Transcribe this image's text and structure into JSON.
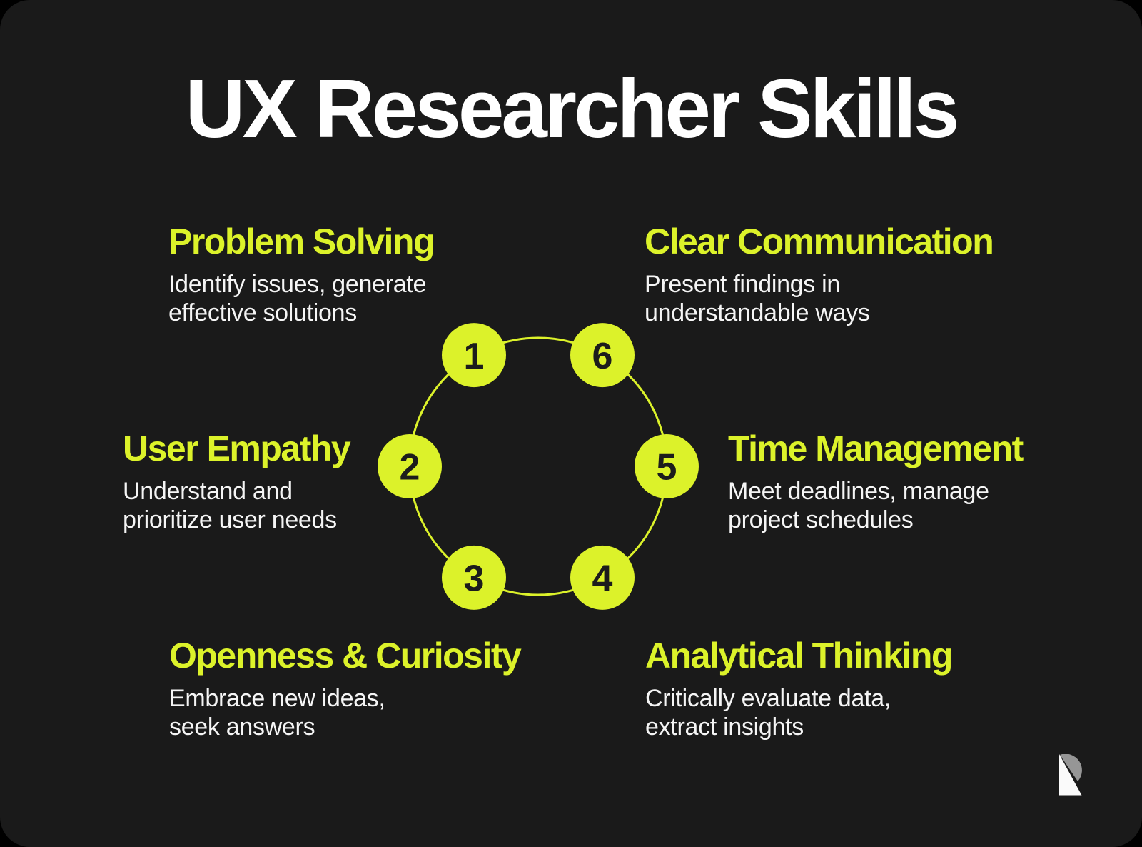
{
  "title": "UX Researcher Skills",
  "colors": {
    "canvas_background": "#000000",
    "card_background": "#1a1a1a",
    "accent_lime": "#dcf22a",
    "title_text": "#ffffff",
    "body_text": "#f5f5f5",
    "node_number_text": "#1c1c1c",
    "logo_gray": "#969696",
    "logo_white": "#fafafa"
  },
  "skills": [
    {
      "number": "1",
      "name": "Problem Solving",
      "description_lines": [
        "Identify issues, generate",
        "effective solutions"
      ],
      "placement": "top-left"
    },
    {
      "number": "2",
      "name": "User Empathy",
      "description_lines": [
        "Understand and",
        "prioritize user needs"
      ],
      "placement": "middle-left"
    },
    {
      "number": "3",
      "name": "Openness & Curiosity",
      "description_lines": [
        "Embrace new ideas,",
        "seek answers"
      ],
      "placement": "bottom-left"
    },
    {
      "number": "4",
      "name": "Analytical Thinking",
      "description_lines": [
        "Critically evaluate data,",
        "extract insights"
      ],
      "placement": "bottom-right"
    },
    {
      "number": "5",
      "name": "Time Management",
      "description_lines": [
        "Meet deadlines, manage",
        "project schedules"
      ],
      "placement": "middle-right"
    },
    {
      "number": "6",
      "name": "Clear Communication",
      "description_lines": [
        "Present findings in",
        "understandable ways"
      ],
      "placement": "top-right"
    }
  ],
  "diagram": {
    "type": "cycle",
    "ring_radius": 180,
    "node_radius": 45,
    "node_labels": [
      "1",
      "2",
      "3",
      "4",
      "5",
      "6"
    ],
    "node_angles_deg": {
      "1": 120,
      "2": 180,
      "3": 240,
      "4": 300,
      "5": 0,
      "6": 60
    }
  },
  "logo": {
    "letter": "R"
  }
}
